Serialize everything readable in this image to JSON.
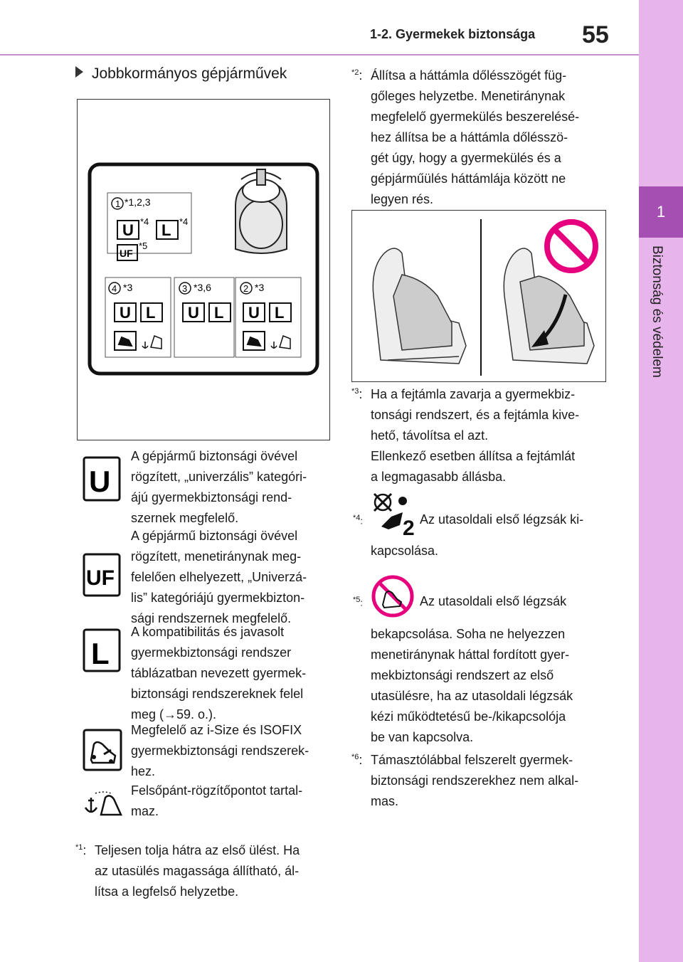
{
  "header": {
    "section": "1-2. Gyermekek biztonsága",
    "page": "55",
    "tab_number": "1",
    "tab_label": "Biztonság és védelem"
  },
  "subheading": "Jobbkormányos gépjárművek",
  "diagram": {
    "seat1_num": "1",
    "seat1_notes": "*1,2,3",
    "seat1_u_note": "*4",
    "seat1_l_note": "*4",
    "seat1_uf_note": "*5",
    "seat4_num": "4",
    "seat4_note": "*3",
    "seat3_num": "3",
    "seat3_note": "*3,6",
    "seat2_num": "2",
    "seat2_note": "*3",
    "icon_u": "U",
    "icon_l": "L",
    "icon_uf": "UF"
  },
  "legend": [
    {
      "icon": "U",
      "text": [
        "A gépjármű biztonsági övével",
        "rögzített, „univerzális” kategóri-",
        "ájú gyermekbiztonsági rend-",
        "szernek megfelelő."
      ]
    },
    {
      "icon": "UF",
      "text": [
        "A gépjármű biztonsági övével",
        "rögzített, menetiránynak meg-",
        "felelően elhelyezett, „Univerzá-",
        "lis” kategóriájú gyermekbizton-",
        "sági rendszernek megfelelő."
      ]
    },
    {
      "icon": "L",
      "text": [
        "A kompatibilitás és javasolt",
        "gyermekbiztonsági rendszer",
        "táblázatban nevezett gyermek-",
        "biztonsági rendszereknek felel",
        "meg (→59. o.)."
      ]
    },
    {
      "icon": "isize-isofix-icon",
      "text": [
        "Megfelelő az i-Size és ISOFIX",
        "gyermekbiztonsági rendszerek-",
        "hez."
      ]
    },
    {
      "icon": "top-tether-icon",
      "text": [
        "Felsőpánt-rögzítőpontot tartal-",
        "maz."
      ]
    }
  ],
  "notes": {
    "n1": {
      "key": "*1",
      "lines": [
        "Teljesen tolja hátra az első ülést. Ha",
        "az utasülés magassága állítható, ál-",
        "lítsa a legfelső helyzetbe."
      ]
    },
    "n2": {
      "key": "*2",
      "lines": [
        "Állítsa a háttámla dőlésszögét füg-",
        "gőleges helyzetbe. Menetiránynak",
        "megfelelő gyermekülés beszerelésé-",
        "hez állítsa be a háttámla dőlésszö-",
        "gét úgy, hogy a gyermekülés és a",
        "gépjárműülés háttámlája között ne",
        "legyen rés."
      ]
    },
    "n3": {
      "key": "*3",
      "lines": [
        "Ha a fejtámla zavarja a gyermekbiz-",
        "tonsági rendszert, és a fejtámla kive-",
        "hető, távolítsa el azt.",
        "Ellenkező esetben állítsa a fejtámlát",
        "a legmagasabb állásba."
      ]
    },
    "n4": {
      "key": "*4",
      "text": "Az utasoldali első légzsák ki-",
      "cont": "kapcsolása."
    },
    "n5": {
      "key": "*5",
      "text": "Az utasoldali első légzsák",
      "lines": [
        "bekapcsolása. Soha ne helyezzen",
        "menetiránynak háttal fordított gyer-",
        "mekbiztonsági rendszert az első",
        "utasülésre, ha az utasoldali légzsák",
        "kézi működtetésű be-/kikapcsolója",
        "be van kapcsolva."
      ]
    },
    "n6": {
      "key": "*6",
      "lines": [
        "Támasztólábbal felszerelt gyermek-",
        "biztonsági rendszerekhez nem alkal-",
        "mas."
      ]
    }
  },
  "colors": {
    "tab": "#e8b4ec",
    "tab_active": "#a64fb3",
    "rule": "#c68fd0",
    "prohibit": "#e6007e"
  }
}
